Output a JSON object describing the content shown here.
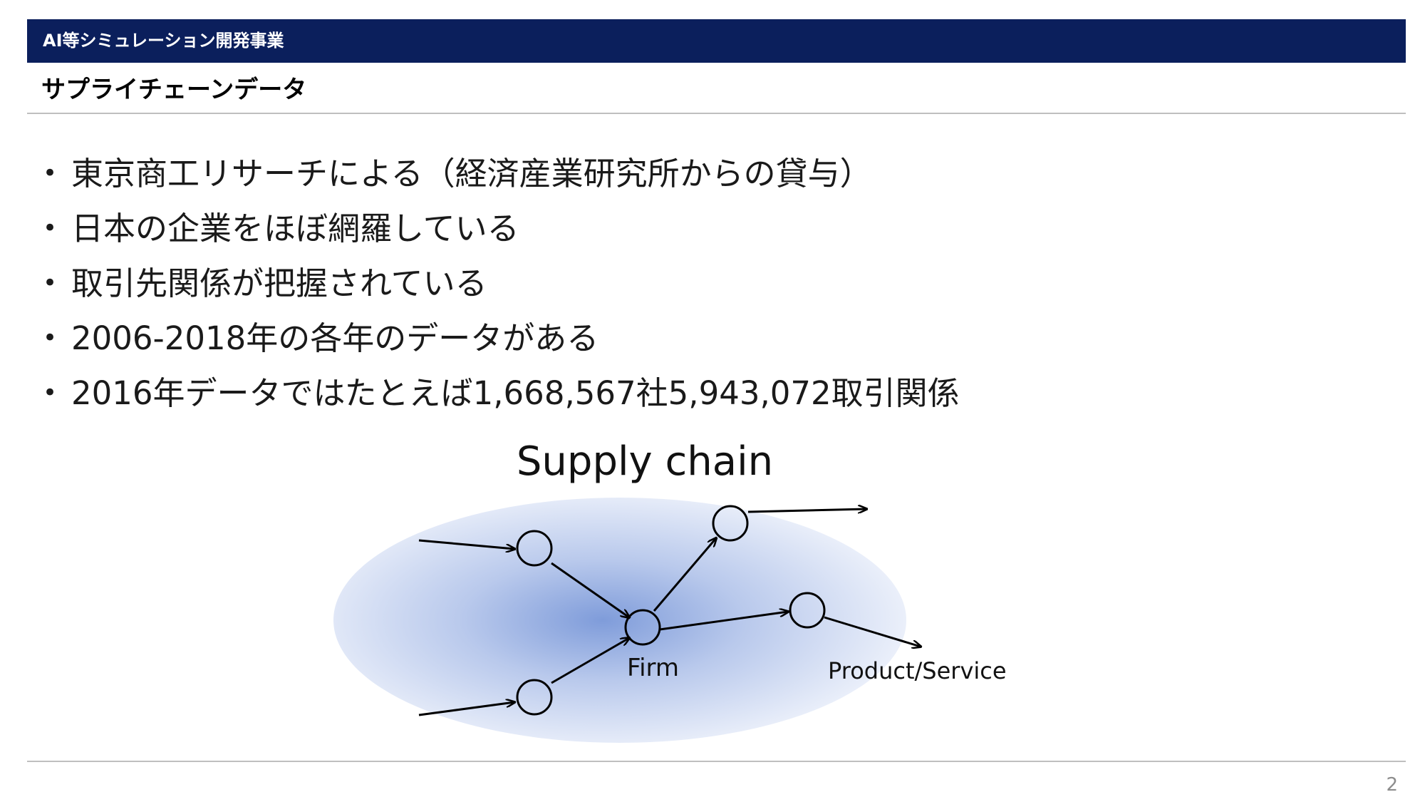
{
  "header": {
    "section_title": "AI等シミュレーション開発事業",
    "slide_title": "サプライチェーンデータ"
  },
  "bullets": [
    {
      "text": "東京商工リサーチによる（経済産業研究所からの貸与）"
    },
    {
      "text": "日本の企業をほぼ網羅している"
    },
    {
      "text": "取引先関係が把握されている"
    },
    {
      "text": "2006-2018年の各年のデータがある"
    },
    {
      "text": "2016年データではたとえば1,668,567社5,943,072取引関係"
    }
  ],
  "bullet_symbol": "•",
  "diagram": {
    "title": "Supply chain",
    "firm_label": "Firm",
    "output_label": "Product/Service",
    "colors": {
      "cloud_center": "#7f9cda",
      "cloud_edge": "#eef2fb",
      "stroke": "#000000"
    }
  },
  "footer": {
    "page_number": "2"
  },
  "colors": {
    "header_bar": "#0b1f5c",
    "divider": "#bfbfbf"
  }
}
